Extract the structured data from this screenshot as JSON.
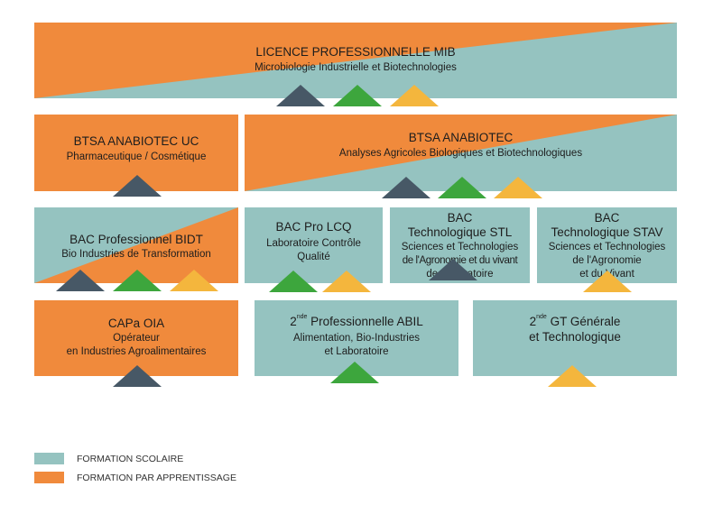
{
  "colors": {
    "teal": "#95c3c0",
    "orange": "#f08a3c",
    "dark": "#475866",
    "green": "#3da63d",
    "yellow": "#f4b63d"
  },
  "licence": {
    "title": "LICENCE PROFESSIONNELLE MIB",
    "subtitle": "Microbiologie Industrielle et Biotechnologies"
  },
  "btsa_uc": {
    "title": "BTSA ANABIOTEC UC",
    "subtitle": "Pharmaceutique / Cosmétique"
  },
  "btsa": {
    "title": "BTSA ANABIOTEC",
    "subtitle": "Analyses Agricoles Biologiques et Biotechnologiques"
  },
  "bac_bidt": {
    "title": "BAC Professionnel BIDT",
    "subtitle": "Bio Industries de Transformation"
  },
  "bac_lcq": {
    "title": "BAC Pro LCQ",
    "subtitle_1": "Laboratoire Contrôle",
    "subtitle_2": "Qualité"
  },
  "bac_stl": {
    "title_1": "BAC",
    "title_2": "Technologique STL",
    "sub_1": "Sciences et Technologies",
    "sub_2": "de l'Agronomie et du vivant",
    "sub_3": "de Laboratoire"
  },
  "bac_stav": {
    "title_1": "BAC",
    "title_2": "Technologique STAV",
    "sub_1": "Sciences et Technologies",
    "sub_2": "de l'Agronomie",
    "sub_3": "et du Vivant"
  },
  "capa": {
    "title": "CAPa OIA",
    "sub_1": "Opérateur",
    "sub_2": "en Industries Agroalimentaires"
  },
  "seconde_pro": {
    "num": "2",
    "sup": "nde",
    "title": " Professionnelle ABIL",
    "sub_1": "Alimentation, Bio-Industries",
    "sub_2": "et Laboratoire"
  },
  "seconde_gt": {
    "num": "2",
    "sup": "nde",
    "title_1": " GT Générale",
    "title_2": "et Technologique"
  },
  "legend": {
    "scolaire": "FORMATION SCOLAIRE",
    "apprentissage": "FORMATION PAR APPRENTISSAGE"
  }
}
